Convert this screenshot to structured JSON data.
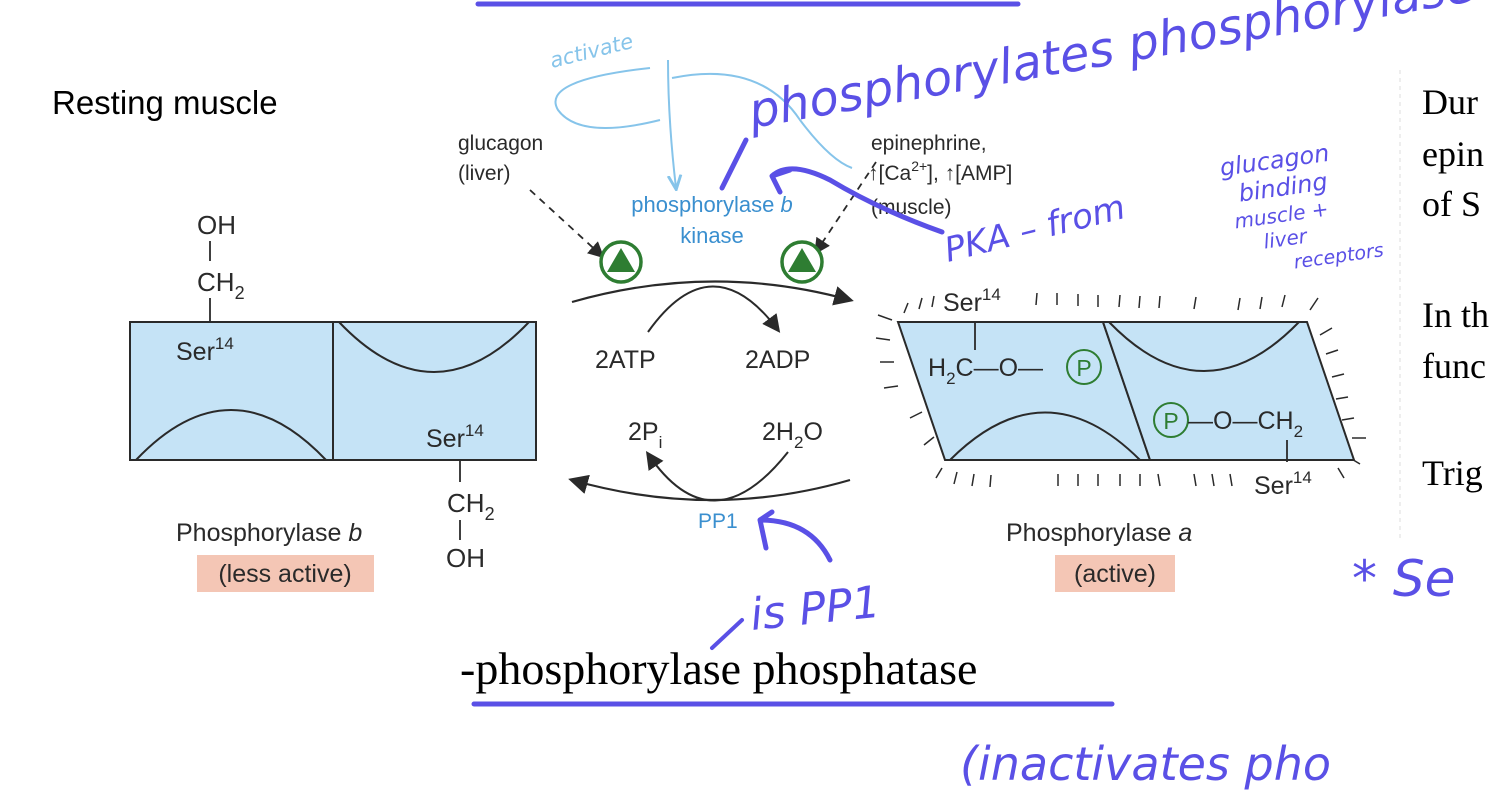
{
  "title": "Resting muscle",
  "colors": {
    "enzyme_fill": "#c5e3f6",
    "outline": "#2a2a2a",
    "blue_label": "#3a8fcf",
    "phospho_green": "#2e7d32",
    "badge_fill": "#f4c6b5",
    "ink_purple": "#5a50e6",
    "ink_lightblue": "#86c4ea"
  },
  "diagram": {
    "glucagon": {
      "line1": "glucagon",
      "line2": "(liver)"
    },
    "epinephrine": {
      "line1": "epinephrine,",
      "ca": "[Ca",
      "ca_sup": "2+",
      "ca_close": "],",
      "amp": "[AMP]",
      "line3": "(muscle)"
    },
    "kinase": {
      "line1_pre": "phosphorylase ",
      "line1_it": "b",
      "line2": "kinase"
    },
    "atp": "2ATP",
    "adp": "2ADP",
    "pi": {
      "base": "2P",
      "sub": "i"
    },
    "h2o": {
      "a": "2H",
      "sub": "2",
      "b": "O"
    },
    "pp1": "PP1",
    "ser": {
      "base": "Ser",
      "sup": "14"
    },
    "oh": "OH",
    "ch2": {
      "base": "CH",
      "sub": "2"
    },
    "h2c": {
      "pre": "H",
      "sub": "2",
      "post": "C—O—"
    },
    "och2": {
      "pre": "—O—CH",
      "sub": "2"
    },
    "p_circle": "P",
    "phos_b": {
      "name_pre": "Phosphorylase ",
      "name_it": "b",
      "badge": "(less active)"
    },
    "phos_a": {
      "name_pre": "Phosphorylase ",
      "name_it": "a",
      "badge": "(active)"
    }
  },
  "annotations": {
    "activate": "activate",
    "phosphorylates": "phosphorylates phosphorylase b",
    "pka": "PKA – from",
    "glucagon_binding": [
      "glucagon",
      "binding",
      "muscle +",
      "liver",
      "receptors"
    ],
    "is_pp1": "is PP1",
    "phosphatase": "-phosphorylase phosphatase",
    "inactivates": "(inactivates   pho",
    "star_note": "* Se"
  },
  "right_text": [
    "Dur",
    "epin",
    "of S",
    "In th",
    "func",
    "Trig"
  ]
}
